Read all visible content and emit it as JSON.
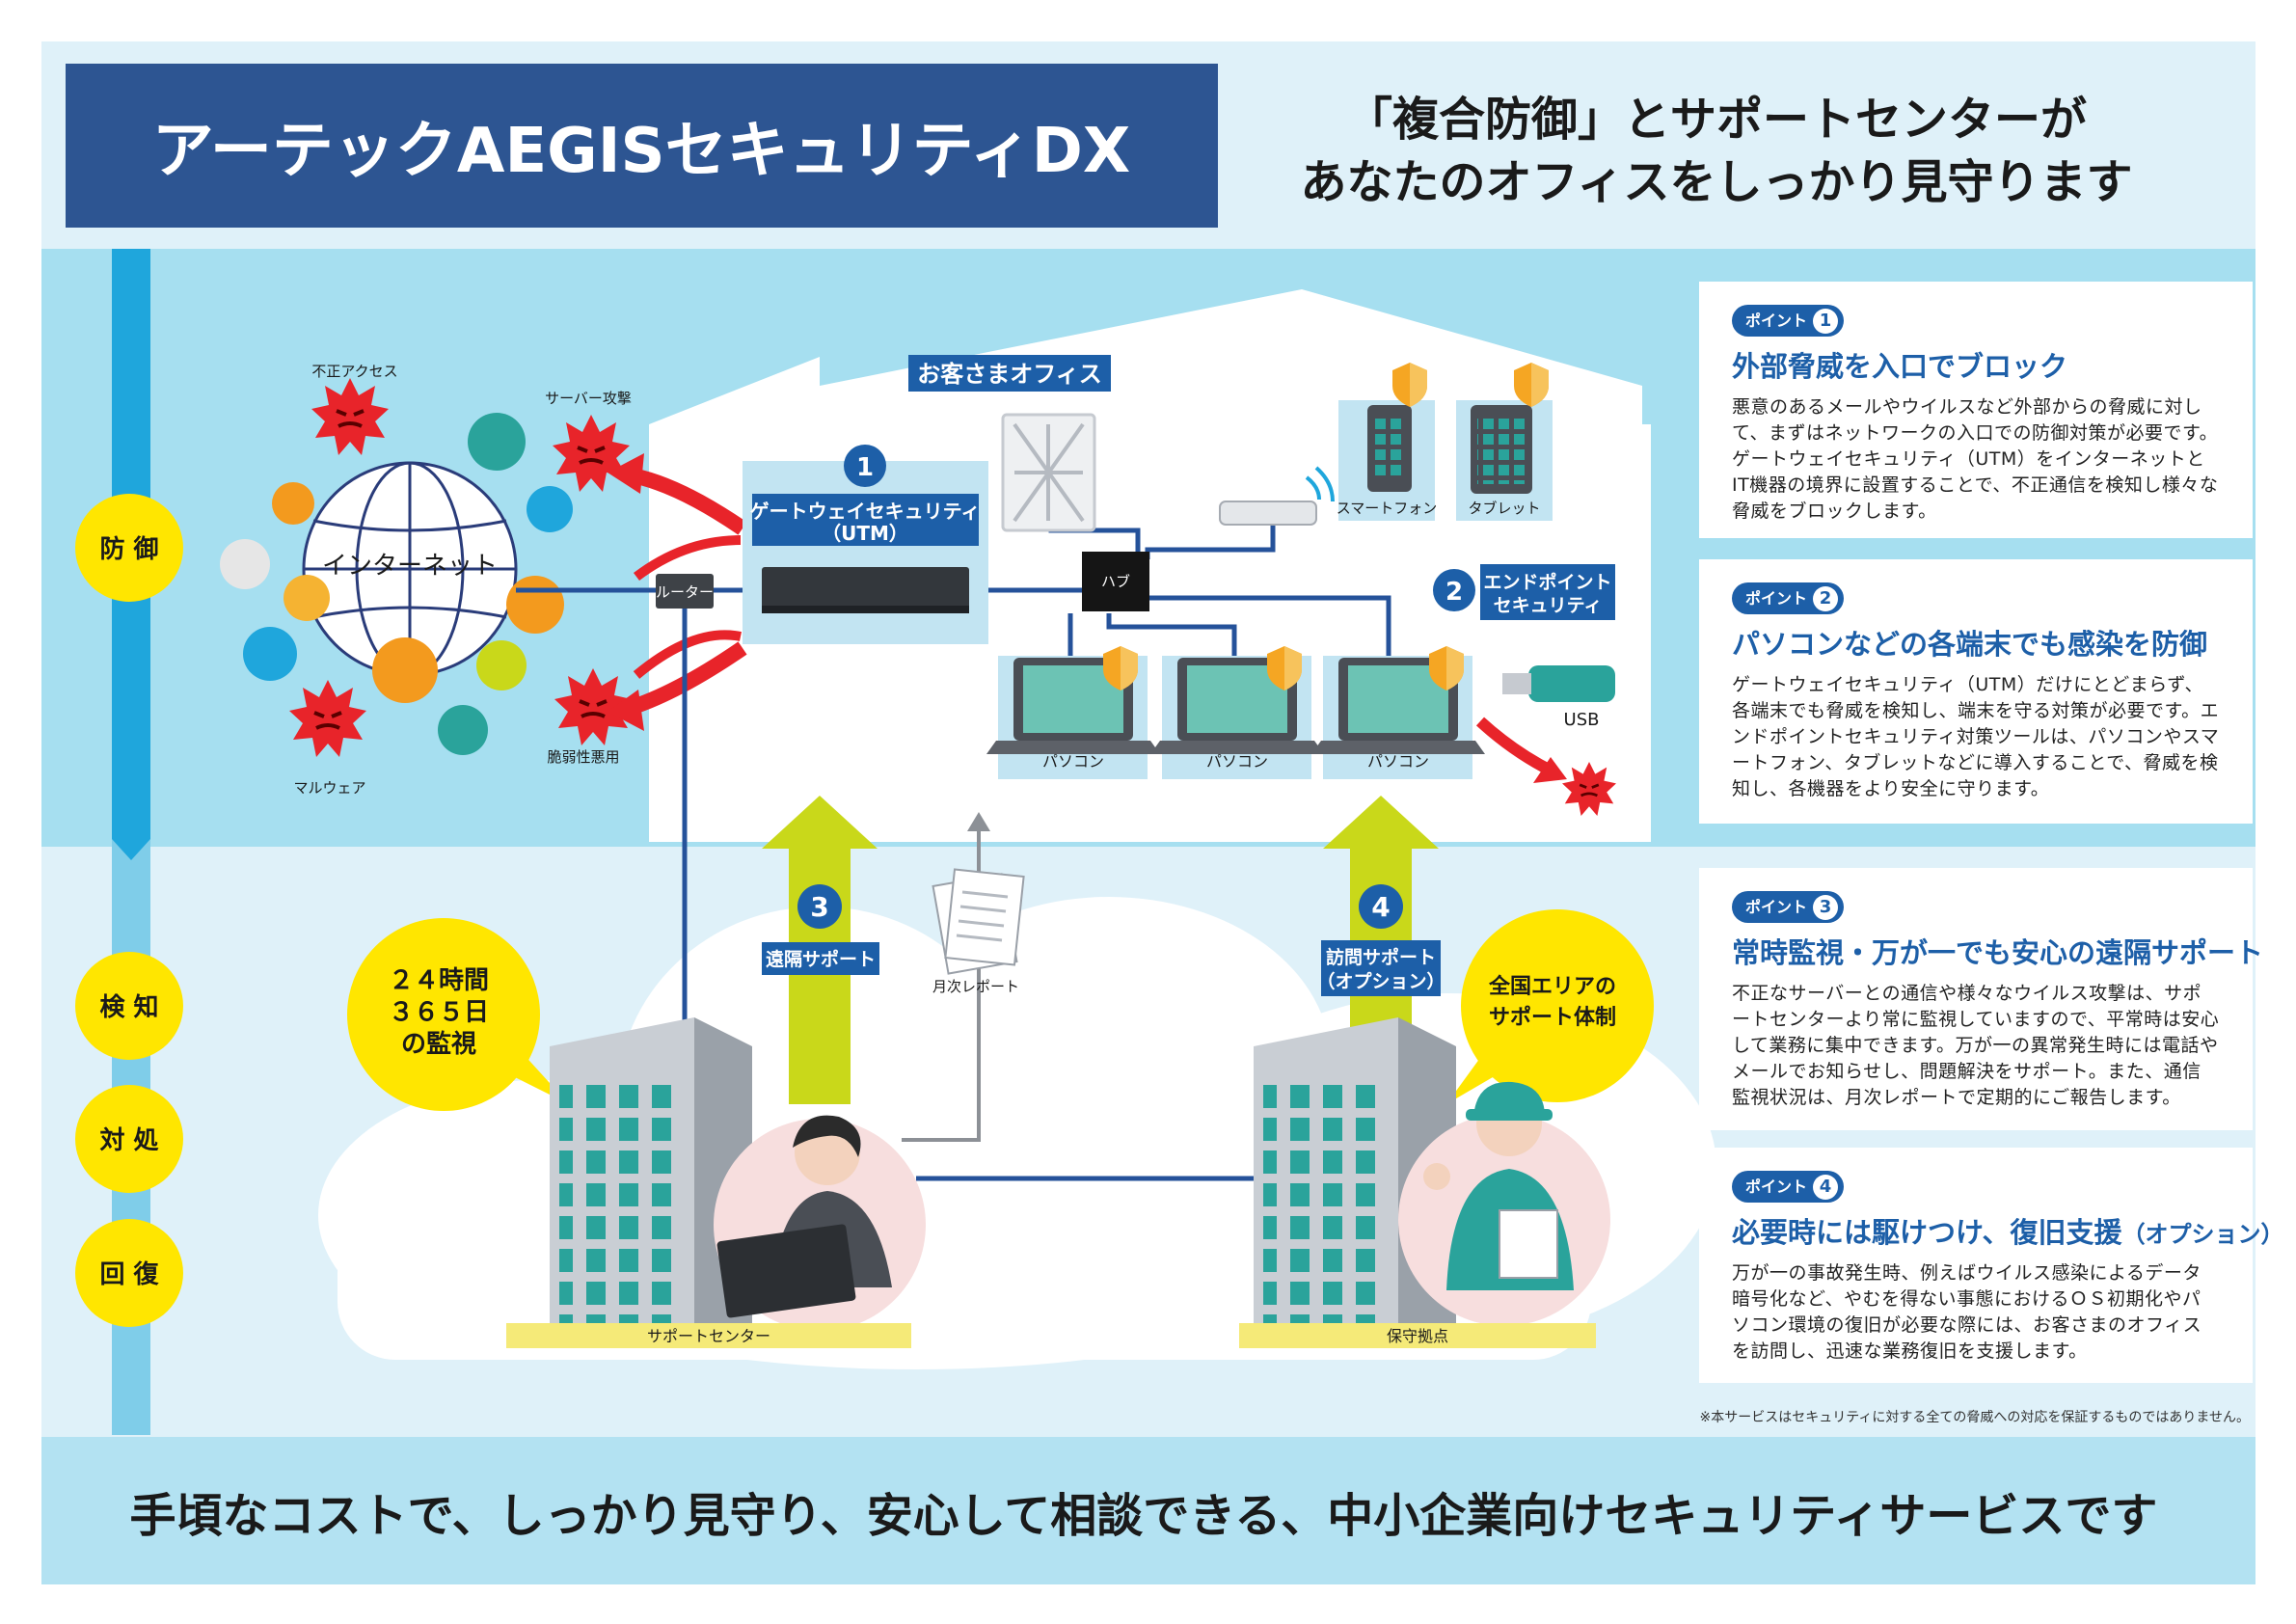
{
  "header": {
    "title": "アーテックAEGISセキュリティDX",
    "tagline_line1": "「複合防御」とサポートセンターが",
    "tagline_line2": "あなたのオフィスをしっかり見守ります"
  },
  "stages": {
    "defense": "防 御",
    "detect": "検 知",
    "respond": "対 処",
    "recover": "回 復"
  },
  "diagram": {
    "internet": "インターネット",
    "threat_unauthorized": "不正アクセス",
    "threat_server_attack": "サーバー攻撃",
    "threat_vulnerability": "脆弱性悪用",
    "threat_malware": "マルウェア",
    "office_label": "お客さまオフィス",
    "router": "ルーター",
    "hub": "ハブ",
    "utm_line1": "ゲートウェイセキュリティ",
    "utm_line2": "（UTM）",
    "endpoint_line1": "エンドポイント",
    "endpoint_line2": "セキュリティ",
    "smartphone": "スマートフォン",
    "tablet": "タブレット",
    "pc": "パソコン",
    "usb": "USB",
    "remote_support": "遠隔サポート",
    "monthly_report": "月次レポート",
    "visit_line1": "訪問サポート",
    "visit_line2": "（オプション）",
    "monitor_line1": "２４時間",
    "monitor_line2": "３６５日",
    "monitor_line3": "の監視",
    "nationwide_line1": "全国エリアの",
    "nationwide_line2": "サポート体制",
    "support_center": "サポートセンター",
    "maintenance_base": "保守拠点",
    "num1": "1",
    "num2": "2",
    "num3": "3",
    "num4": "4"
  },
  "points": [
    {
      "badge": "ポイント",
      "num": "1",
      "title": "外部脅威を入口でブロック",
      "title_suffix": "",
      "body": "悪意のあるメールやウイルスなど外部からの脅威に対して、まずはネットワークの入口での防御対策が必要です。ゲートウェイセキュリティ（UTM）をインターネットとIT機器の境界に設置することで、不正通信を検知し様々な脅威をブロックします。"
    },
    {
      "badge": "ポイント",
      "num": "2",
      "title": "パソコンなどの各端末でも感染を防御",
      "title_suffix": "",
      "body": "ゲートウェイセキュリティ（UTM）だけにとどまらず、各端末でも脅威を検知し、端末を守る対策が必要です。エンドポイントセキュリティ対策ツールは、パソコンやスマートフォン、タブレットなどに導入することで、脅威を検知し、各機器をより安全に守ります。"
    },
    {
      "badge": "ポイント",
      "num": "3",
      "title": "常時監視・万が一でも安心の遠隔サポート",
      "title_suffix": "",
      "body": "不正なサーバーとの通信や様々なウイルス攻撃は、サポートセンターより常に監視していますので、平常時は安心して業務に集中できます。万が一の異常発生時には電話やメールでお知らせし、問題解決をサポート。また、通信監視状況は、月次レポートで定期的にご報告します。"
    },
    {
      "badge": "ポイント",
      "num": "4",
      "title": "必要時には駆けつけ、復旧支援",
      "title_suffix": "（オプション）",
      "body": "万が一の事故発生時、例えばウイルス感染によるデータ暗号化など、やむを得ない事態におけるＯＳ初期化やパソコン環境の復旧が必要な際には、お客さまのオフィスを訪問し、迅速な業務復旧を支援します。"
    }
  ],
  "disclaimer": "※本サービスはセキュリティに対する全ての脅威への対応を保証するものではありません。",
  "footer": "手頃なコストで、しっかり見守り、安心して相談できる、中小企業向けセキュリティサービスです",
  "colors": {
    "navy": "#2d5592",
    "blue": "#1d5fa8",
    "light_bg": "#dff1f9",
    "cyan_band": "#a6dff0",
    "lime": "#c9d81a",
    "yellow": "#ffe600",
    "threat_red": "#e8242a",
    "line": "#25529a",
    "teal": "#2fa8a0"
  }
}
